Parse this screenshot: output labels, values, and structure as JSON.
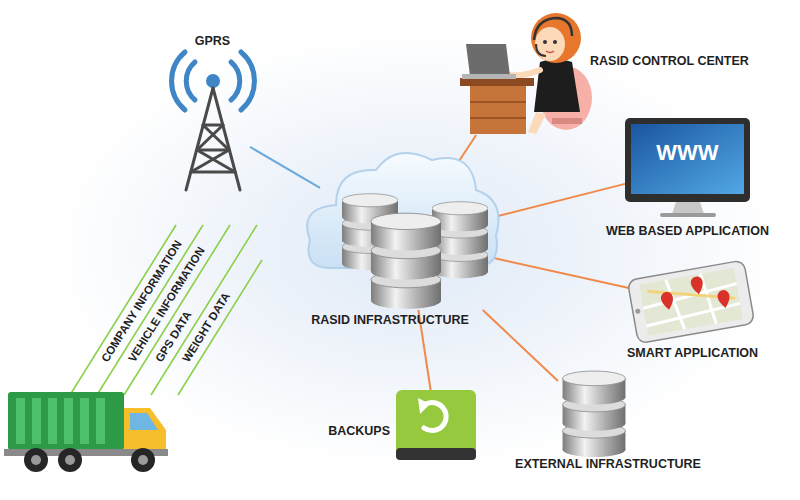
{
  "diagram": {
    "nodes": [
      {
        "text": [
          "GPRS"
        ]
      },
      {
        "text": [
          "RASID INFRASTRUCTURE"
        ]
      },
      {
        "text": [
          "RASID CONTROL CENTER"
        ]
      },
      {
        "text": [
          "WWW",
          "WEB BASED APPLICATION"
        ]
      },
      {
        "text": [
          "SMART APPLICATION"
        ]
      },
      {
        "text": [
          "EXTERNAL INFRASTRUCTURE"
        ]
      },
      {
        "text": [
          "BACKUPS"
        ]
      }
    ],
    "edges": [
      {
        "from": 0,
        "to": 1,
        "arrow": "none"
      },
      {
        "from": 1,
        "to": 2,
        "arrow": "none"
      },
      {
        "from": 1,
        "to": 3,
        "arrow": "none"
      },
      {
        "from": 1,
        "to": 4,
        "arrow": "none"
      },
      {
        "from": 1,
        "to": 5,
        "arrow": "none"
      },
      {
        "from": 1,
        "to": 6,
        "arrow": "none"
      }
    ],
    "labels": [
      "COMPANY INFORMATION",
      "VEHICLE INFORMATION",
      "GPS DATA",
      "WEIGHT DATA"
    ]
  }
}
